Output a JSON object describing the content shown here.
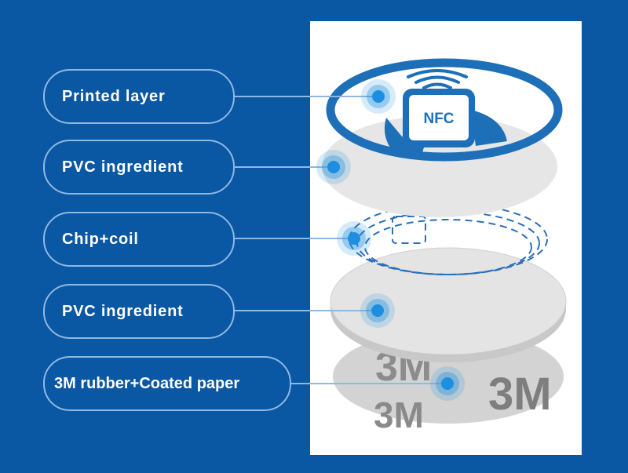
{
  "layers": [
    {
      "label": "Printed layer"
    },
    {
      "label": "PVC ingredient"
    },
    {
      "label": "Chip+coil"
    },
    {
      "label": "PVC ingredient"
    },
    {
      "label": "3M rubber+Coated paper"
    }
  ],
  "icon_text": "NFC",
  "backing_text": "3M",
  "colors": {
    "background": "#0a57a3",
    "accent": "#1d6fb8",
    "label_border": "#8fb9e2",
    "marker": "#1e8fe0"
  }
}
